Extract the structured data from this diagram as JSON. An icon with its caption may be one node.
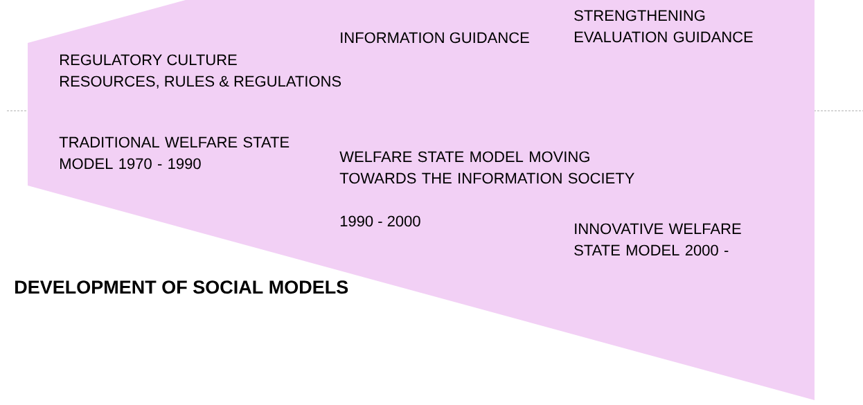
{
  "diagram": {
    "title": "DEVELOPMENT OF SOCIAL MODELS",
    "nodes": [
      {
        "text": [
          "REGULATORY CULTURE",
          "RESOURCES, RULES & REGULATIONS",
          "INFORMATION GUIDANCE",
          "STRENGTHENING EVALUATION GUIDANCE",
          "TRADITIONAL WELFARE STATE MODEL 1970 - 1990",
          "WELFARE STATE MODEL MOVING TOWARDS THE INFORMATION SOCIETY",
          "1990 - 2000",
          "INNOVATIVE WELFARE STATE MODEL 2000 -"
        ]
      }
    ]
  }
}
